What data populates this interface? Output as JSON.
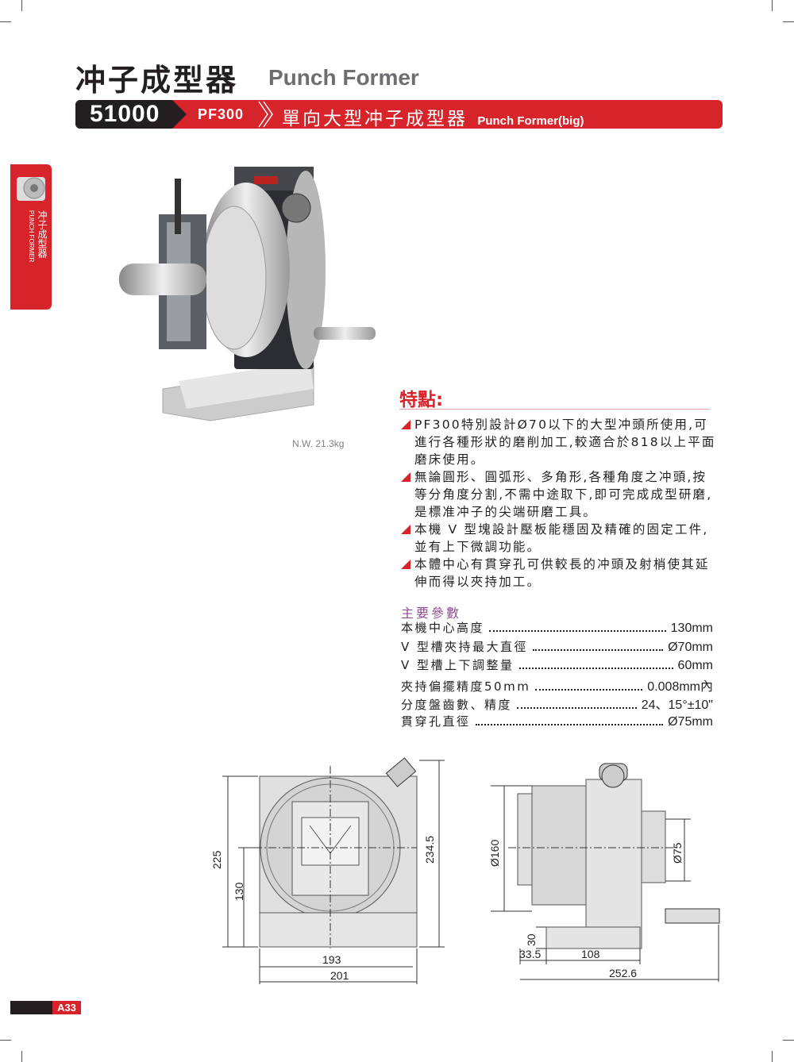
{
  "header": {
    "title_cn": "冲子成型器",
    "title_en": "Punch Former"
  },
  "band": {
    "code": "51000",
    "model": "PF300",
    "name_cn": "單向大型冲子成型器",
    "name_en": "Punch Former(big)"
  },
  "side_tab": {
    "label_cn": "冲子成型器",
    "label_en": "PUNCH FORMER"
  },
  "product": {
    "weight": "N.W. 21.3kg"
  },
  "features": {
    "heading": "特點:",
    "items": [
      "PF300特別設計Ø70以下的大型冲頭所使用,可進行各種形狀的磨削加工,較適合於818以上平面磨床使用。",
      "無論圓形、圓弧形、多角形,各種角度之冲頭,按等分角度分割,不需中途取下,即可完成成型研磨,是標准冲子的尖端研磨工具。",
      "本機 V 型塊設計壓板能穩固及精確的固定工件,並有上下微調功能。",
      "本體中心有貫穿孔可供較長的冲頭及射梢使其延伸而得以夾持加工。"
    ]
  },
  "specs": {
    "heading": "主要參數",
    "rows": [
      {
        "label": "本機中心高度",
        "value": "130mm"
      },
      {
        "label": "V 型槽夾持最大直徑",
        "value": "Ø70mm"
      },
      {
        "label": "V 型槽上下調整量",
        "value": "60mm"
      },
      {
        "label": "夾持偏擺精度50mm",
        "value": "0.008mm內"
      },
      {
        "label": "分度盤齒數、精度",
        "value": "24、15°±10\""
      },
      {
        "label": "貫穿孔直徑",
        "value": "Ø75mm"
      }
    ]
  },
  "drawing_front": {
    "dims": {
      "h_total": "225",
      "h_center": "130",
      "h_overall": "234.5",
      "w_base": "193",
      "w_total": "201"
    }
  },
  "drawing_side": {
    "dims": {
      "dia_body": "Ø160",
      "dia_bore": "Ø75",
      "base_h": "30",
      "offset": "33.5",
      "len_mid": "108",
      "len_total": "252.6"
    }
  },
  "footer": {
    "page": "A33"
  }
}
